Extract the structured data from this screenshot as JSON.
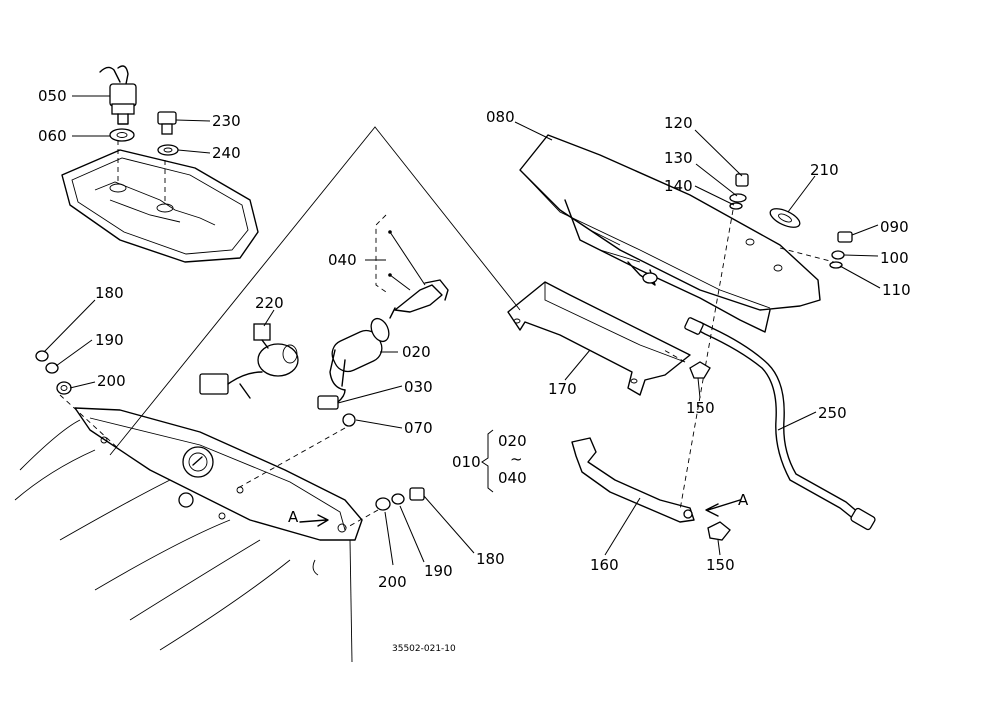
{
  "labels": {
    "p010": "010",
    "p020": "020",
    "p020b": "020",
    "p030": "030",
    "p040": "040",
    "p040b": "040",
    "p050": "050",
    "p060": "060",
    "p070": "070",
    "p080": "080",
    "p090": "090",
    "p100": "100",
    "p110": "110",
    "p120": "120",
    "p130": "130",
    "p140": "140",
    "p150a": "150",
    "p150b": "150",
    "p160": "160",
    "p170": "170",
    "p180a": "180",
    "p180b": "180",
    "p190a": "190",
    "p190b": "190",
    "p200a": "200",
    "p200b": "200",
    "p210": "210",
    "p220": "220",
    "p230": "230",
    "p240": "240",
    "p250": "250",
    "arrowA1": "A",
    "arrowA2": "A",
    "tilde": "~",
    "drawing_ref": "35502-021-10"
  }
}
